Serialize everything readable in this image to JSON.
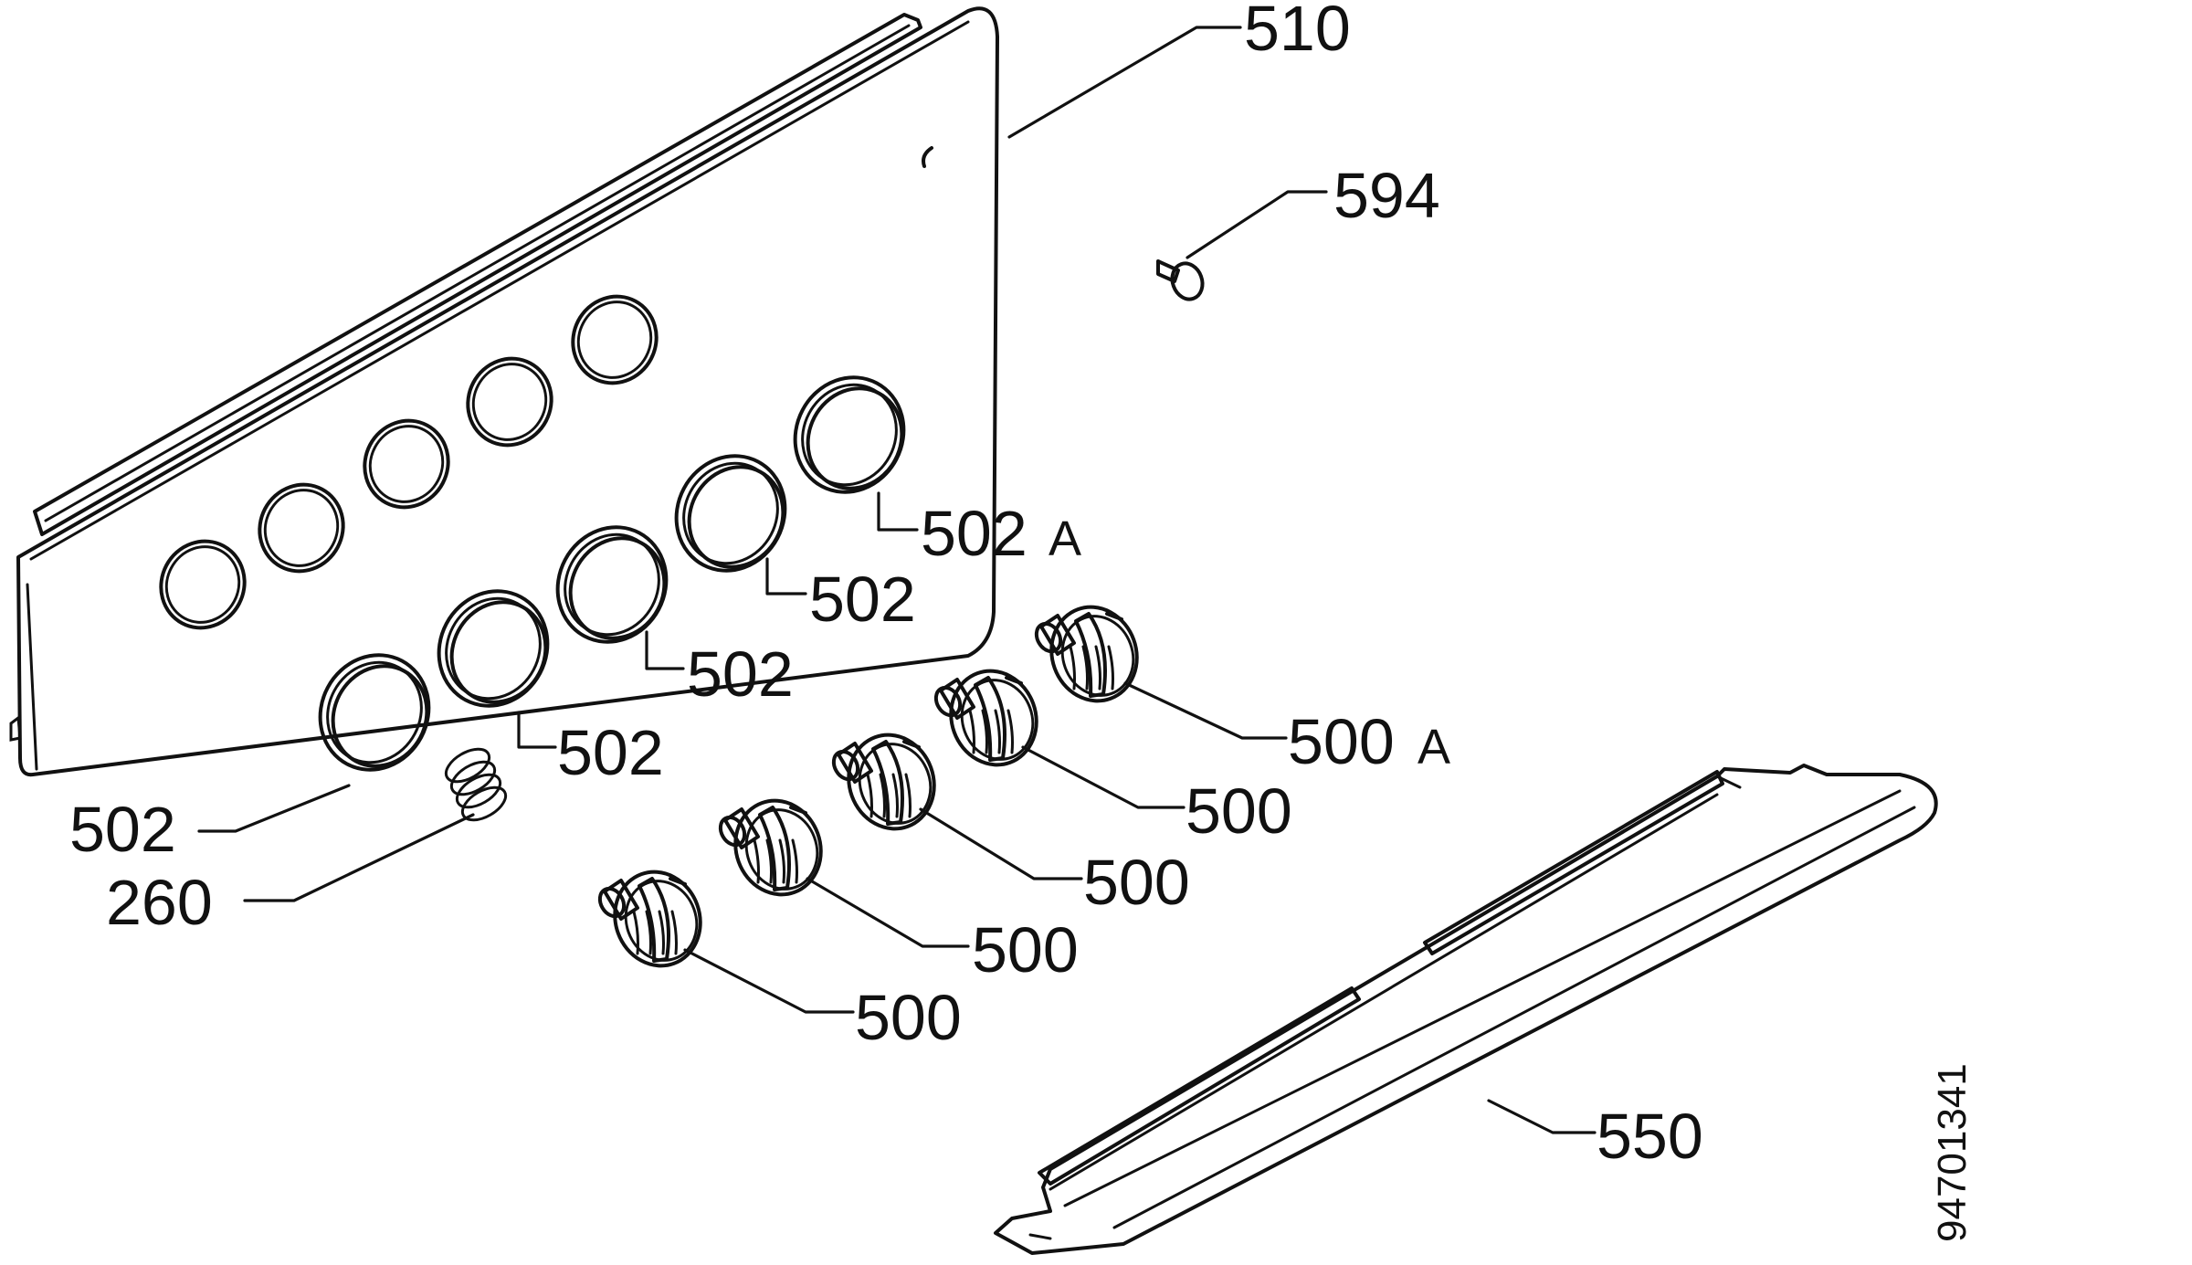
{
  "labels": {
    "panel": "510",
    "screw": "594",
    "bezel_a": "502",
    "bezel_a_suffix": "A",
    "bezel": "502",
    "spring": "260",
    "knob_a": "500",
    "knob_a_suffix": "A",
    "knob": "500",
    "trim_strip": "550"
  },
  "document_number": "94701341"
}
